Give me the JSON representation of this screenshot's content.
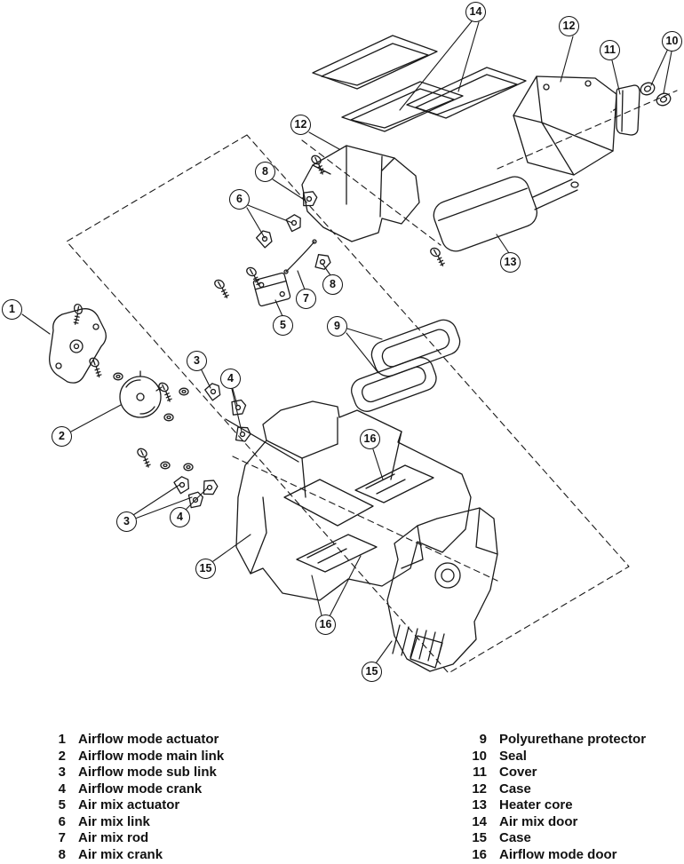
{
  "callouts": [
    {
      "num": "14"
    },
    {
      "num": "12"
    },
    {
      "num": "11"
    },
    {
      "num": "10"
    },
    {
      "num": "12"
    },
    {
      "num": "8"
    },
    {
      "num": "6"
    },
    {
      "num": "13"
    },
    {
      "num": "8"
    },
    {
      "num": "7"
    },
    {
      "num": "5"
    },
    {
      "num": "1"
    },
    {
      "num": "9"
    },
    {
      "num": "3"
    },
    {
      "num": "4"
    },
    {
      "num": "2"
    },
    {
      "num": "16"
    },
    {
      "num": "3"
    },
    {
      "num": "4"
    },
    {
      "num": "15"
    },
    {
      "num": "16"
    },
    {
      "num": "15"
    }
  ],
  "legend": {
    "left": [
      {
        "num": "1",
        "label": "Airflow mode actuator"
      },
      {
        "num": "2",
        "label": "Airflow mode main link"
      },
      {
        "num": "3",
        "label": "Airflow mode sub link"
      },
      {
        "num": "4",
        "label": "Airflow mode crank"
      },
      {
        "num": "5",
        "label": "Air mix actuator"
      },
      {
        "num": "6",
        "label": "Air mix link"
      },
      {
        "num": "7",
        "label": "Air mix rod"
      },
      {
        "num": "8",
        "label": "Air mix crank"
      }
    ],
    "right": [
      {
        "num": "9",
        "label": "Polyurethane protector"
      },
      {
        "num": "10",
        "label": "Seal"
      },
      {
        "num": "11",
        "label": "Cover"
      },
      {
        "num": "12",
        "label": "Case"
      },
      {
        "num": "13",
        "label": "Heater core"
      },
      {
        "num": "14",
        "label": "Air mix door"
      },
      {
        "num": "15",
        "label": "Case"
      },
      {
        "num": "16",
        "label": "Airflow mode door"
      }
    ]
  }
}
